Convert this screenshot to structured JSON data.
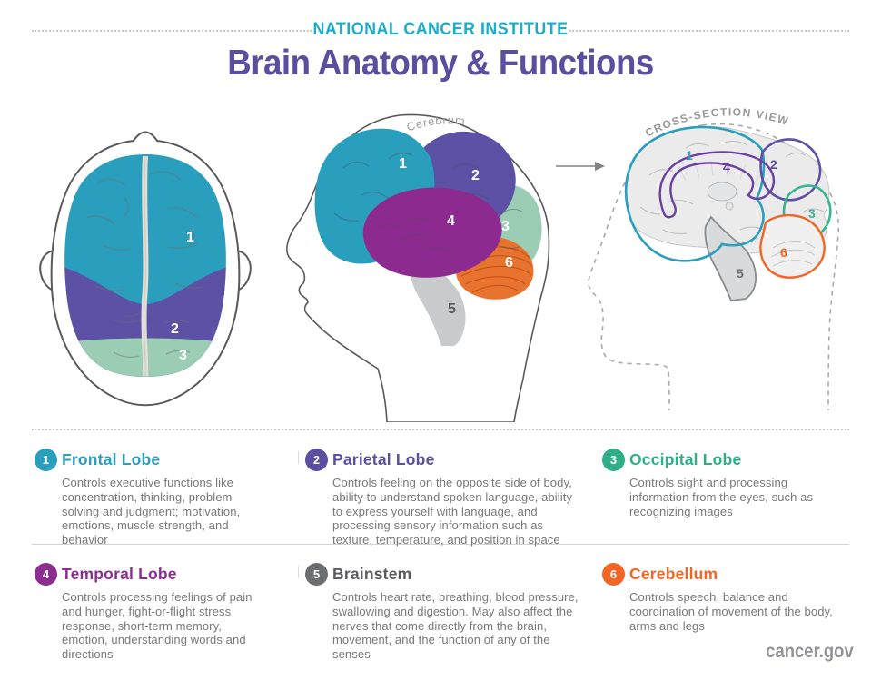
{
  "header": {
    "kicker": "NATIONAL CANCER INSTITUTE",
    "title": "Brain Anatomy & Functions"
  },
  "diagrams": {
    "side_view_caption": "Cerebrum",
    "cross_section_caption": "CROSS-SECTION VIEW",
    "numbers": [
      "1",
      "2",
      "3",
      "4",
      "5",
      "6"
    ]
  },
  "legend": [
    {
      "number": "1",
      "title": "Frontal Lobe",
      "color": "#2B9EBD",
      "title_color": "#2B9EBD",
      "description": "Controls executive functions like concentration, thinking, problem solving and judgment; motivation, emotions, muscle strength, and behavior"
    },
    {
      "number": "2",
      "title": "Parietal Lobe",
      "color": "#5C4EA1",
      "title_color": "#5C4EA1",
      "description": "Controls feeling on the opposite side of body, ability to understand spoken language, ability to express yourself with language, and processing sensory information such as texture, temperature, and position in space"
    },
    {
      "number": "3",
      "title": "Occipital Lobe",
      "color": "#2FAE8A",
      "title_color": "#2FAE8A",
      "description": "Controls sight and processing information from the eyes, such as recognizing images"
    },
    {
      "number": "4",
      "title": "Temporal Lobe",
      "color": "#8C2E90",
      "title_color": "#8C2E90",
      "description": "Controls processing feelings of pain and hunger, fight-or-flight stress response, short-term memory, emotion, understanding words and directions"
    },
    {
      "number": "5",
      "title": "Brainstem",
      "color": "#6D6E71",
      "title_color": "#5A5B5E",
      "description": "Controls heart rate, breathing, blood pressure, swallowing and digestion. May also affect the nerves that come directly from the brain, movement, and the function of any of the senses"
    },
    {
      "number": "6",
      "title": "Cerebellum",
      "color": "#F26524",
      "title_color": "#F26524",
      "description": "Controls speech, balance and coordination of movement of the body, arms and legs"
    }
  ],
  "footer": {
    "brand": "cancer.gov"
  },
  "colors": {
    "teal": "#2A9EBD",
    "violet": "#5C51A5",
    "sage": "#9BCDB4",
    "green": "#35B490",
    "magenta": "#8D2A8F",
    "orange": "#E8732E",
    "orange_deep": "#F26524",
    "gray_stem": "#C9CACC",
    "ring_purple": "#6B3FA2",
    "label_gray": "#97989A"
  }
}
